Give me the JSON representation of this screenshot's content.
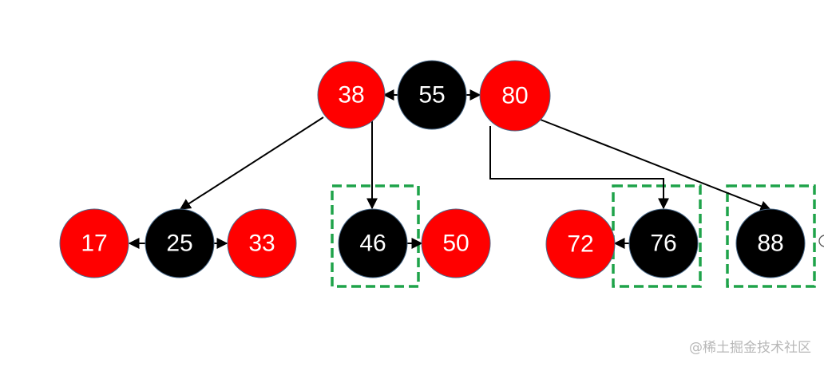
{
  "colors": {
    "red": "#ff0000",
    "black": "#000000",
    "node_stroke": "#4a6a8a",
    "text": "#ffffff",
    "edge": "#000000",
    "highlight_box": "#1fa34a",
    "watermark": "#b8b8b8"
  },
  "nodes": [
    {
      "id": "n38",
      "label": "38",
      "color": "red"
    },
    {
      "id": "n55",
      "label": "55",
      "color": "black"
    },
    {
      "id": "n80",
      "label": "80",
      "color": "red"
    },
    {
      "id": "n17",
      "label": "17",
      "color": "red"
    },
    {
      "id": "n25",
      "label": "25",
      "color": "black"
    },
    {
      "id": "n33",
      "label": "33",
      "color": "red"
    },
    {
      "id": "n46",
      "label": "46",
      "color": "black"
    },
    {
      "id": "n50",
      "label": "50",
      "color": "red"
    },
    {
      "id": "n72",
      "label": "72",
      "color": "red"
    },
    {
      "id": "n76",
      "label": "76",
      "color": "black"
    },
    {
      "id": "n88",
      "label": "88",
      "color": "black"
    }
  ],
  "edges": [
    {
      "from": "n55",
      "to": "n38",
      "kind": "sibling"
    },
    {
      "from": "n55",
      "to": "n80",
      "kind": "sibling"
    },
    {
      "from": "n25",
      "to": "n17",
      "kind": "sibling"
    },
    {
      "from": "n25",
      "to": "n33",
      "kind": "sibling"
    },
    {
      "from": "n46",
      "to": "n50",
      "kind": "sibling"
    },
    {
      "from": "n76",
      "to": "n72",
      "kind": "sibling"
    },
    {
      "from": "n38",
      "to": "n25",
      "kind": "child"
    },
    {
      "from": "n38",
      "to": "n46",
      "kind": "child"
    },
    {
      "from": "n80",
      "to": "n76",
      "kind": "child"
    },
    {
      "from": "n80",
      "to": "n88",
      "kind": "child"
    }
  ],
  "highlighted_nodes": [
    "n46",
    "n76",
    "n88"
  ],
  "watermark": "@稀土掘金技术社区"
}
